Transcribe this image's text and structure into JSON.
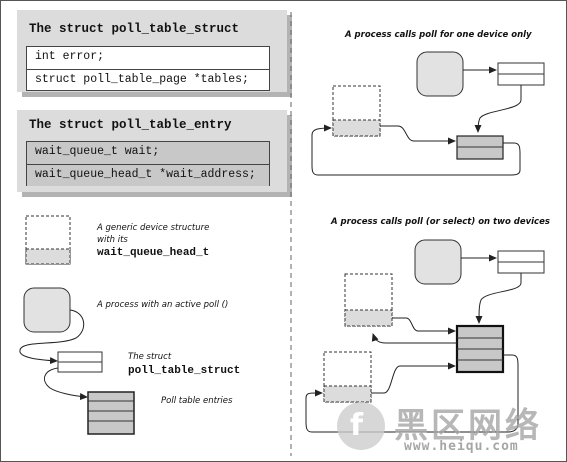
{
  "poll_table_struct": {
    "title": "The struct poll_table_struct",
    "fields": [
      "int error;",
      "struct poll_table_page *tables;"
    ]
  },
  "poll_table_entry": {
    "title": "The struct poll_table_entry",
    "fields": [
      "wait_queue_t wait;",
      "wait_queue_head_t *wait_address;"
    ]
  },
  "legend": {
    "device_line1": "A generic device structure",
    "device_line2": "with its",
    "device_code": "wait_queue_head_t",
    "process": "A process with an active poll ()",
    "struct_label": "The struct",
    "struct_code": "poll_table_struct",
    "entries": "Poll table entries"
  },
  "diagrams": {
    "one_device_title": "A process calls poll for one device only",
    "two_devices_title": "A process calls poll (or select) on two devices"
  },
  "watermark": {
    "name": "黑区网络",
    "url": "www.heiqu.com"
  },
  "colors": {
    "panel": "#dcdcdc",
    "entry_fill": "#c8c8c8",
    "line": "#222222"
  }
}
